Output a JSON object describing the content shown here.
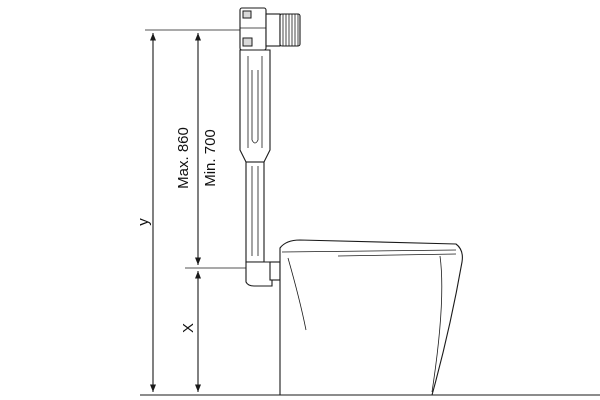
{
  "diagram": {
    "labels": {
      "y": "y",
      "x": "X",
      "max": "Max. 860",
      "min": "Min. 700"
    }
  }
}
